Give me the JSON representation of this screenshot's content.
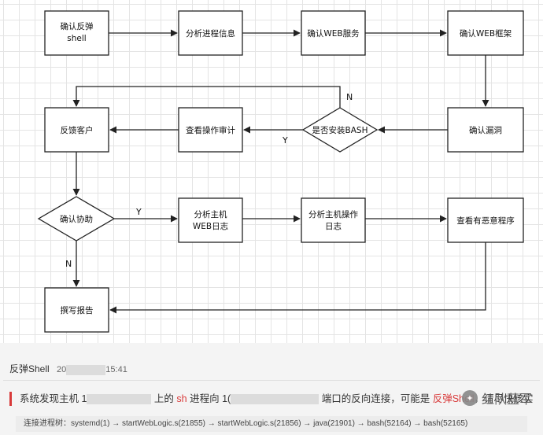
{
  "diagram": {
    "nodes": {
      "confirm_shell_line1": "确认反弹",
      "confirm_shell_line2": "shell",
      "analyze_process": "分析进程信息",
      "confirm_web_service": "确认WEB服务",
      "confirm_web_framework": "确认WEB框架",
      "feedback_customer": "反馈客户",
      "review_audit": "查看操作审计",
      "bash_installed": "是否安装BASH",
      "confirm_vuln": "确认漏洞",
      "confirm_assist": "确认协助",
      "host_web_log_line1": "分析主机",
      "host_web_log_line2": "WEB日志",
      "host_op_log_line1": "分析主机操作",
      "host_op_log_line2": "日志",
      "check_malware": "查看有恶意程序",
      "write_report": "撰写报告"
    },
    "edge_labels": {
      "bash_no": "N",
      "bash_yes": "Y",
      "assist_yes": "Y",
      "assist_no": "N"
    }
  },
  "alert": {
    "header_title": "反弹Shell",
    "header_time_prefix": "20",
    "header_time_suffix": "15:41",
    "msg_part1": "系统发现主机 1",
    "msg_part2": "上的",
    "msg_sh": "sh",
    "msg_part3": "进程向 1(",
    "msg_part4": "端口的反向连接，可能是",
    "msg_shell": "反弹Shell",
    "msg_part5": "，请尽快核实",
    "process_chain": "连接进程树：systemd(1) → startWebLogic.s(21855) → startWebLogic.s(21856) → java(21901) → bash(52164) → bash(52165)"
  },
  "watermark": {
    "text": "红队蓝军"
  }
}
